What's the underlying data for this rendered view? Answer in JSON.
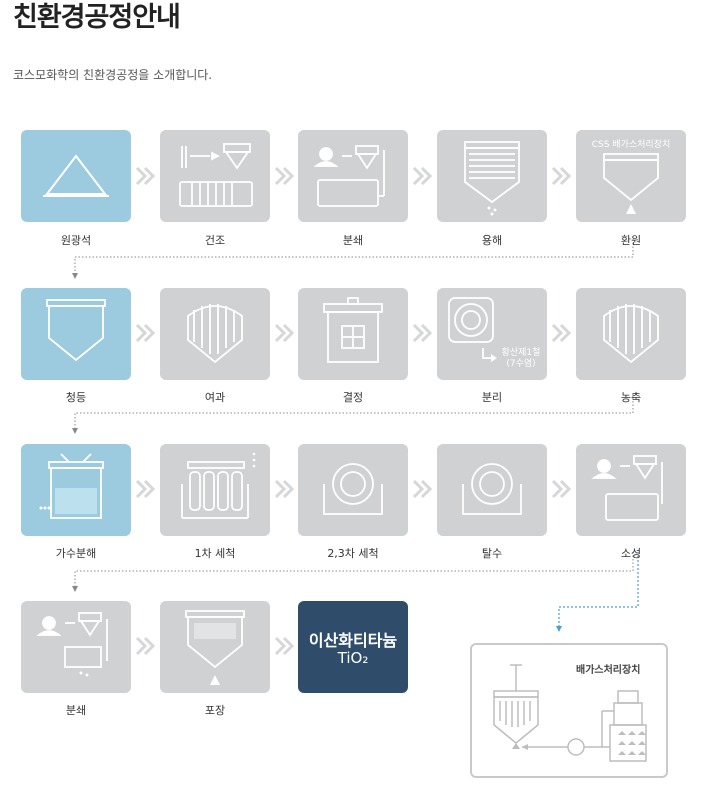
{
  "page": {
    "title": "친환경공정안내",
    "subtitle": "코스모화학의 친환경공정을 소개합니다."
  },
  "steps": [
    {
      "label": "원광석",
      "highlight": true
    },
    {
      "label": "건조"
    },
    {
      "label": "분쇄"
    },
    {
      "label": "용해"
    },
    {
      "label": "환원",
      "note": "CSS 배가스처리장치"
    },
    {
      "label": "청등"
    },
    {
      "label": "여과"
    },
    {
      "label": "결정"
    },
    {
      "label": "분리",
      "note": "황산제1철\n(7수염)"
    },
    {
      "label": "농축"
    },
    {
      "label": "가수분해",
      "highlight": true
    },
    {
      "label": "1차 세척"
    },
    {
      "label": "2,3차 세척"
    },
    {
      "label": "탈수"
    },
    {
      "label": "소성"
    },
    {
      "label": "분쇄"
    },
    {
      "label": "포장"
    }
  ],
  "product": {
    "line1": "이산화티타늄",
    "line2": "TiO₂"
  },
  "exhaust": {
    "label": "배가스처리장치"
  },
  "colors": {
    "tile": "#cfd1d3",
    "highlight": "#9ccbe0",
    "product": "#2f4d6b",
    "connector": "#4a9fd0"
  }
}
